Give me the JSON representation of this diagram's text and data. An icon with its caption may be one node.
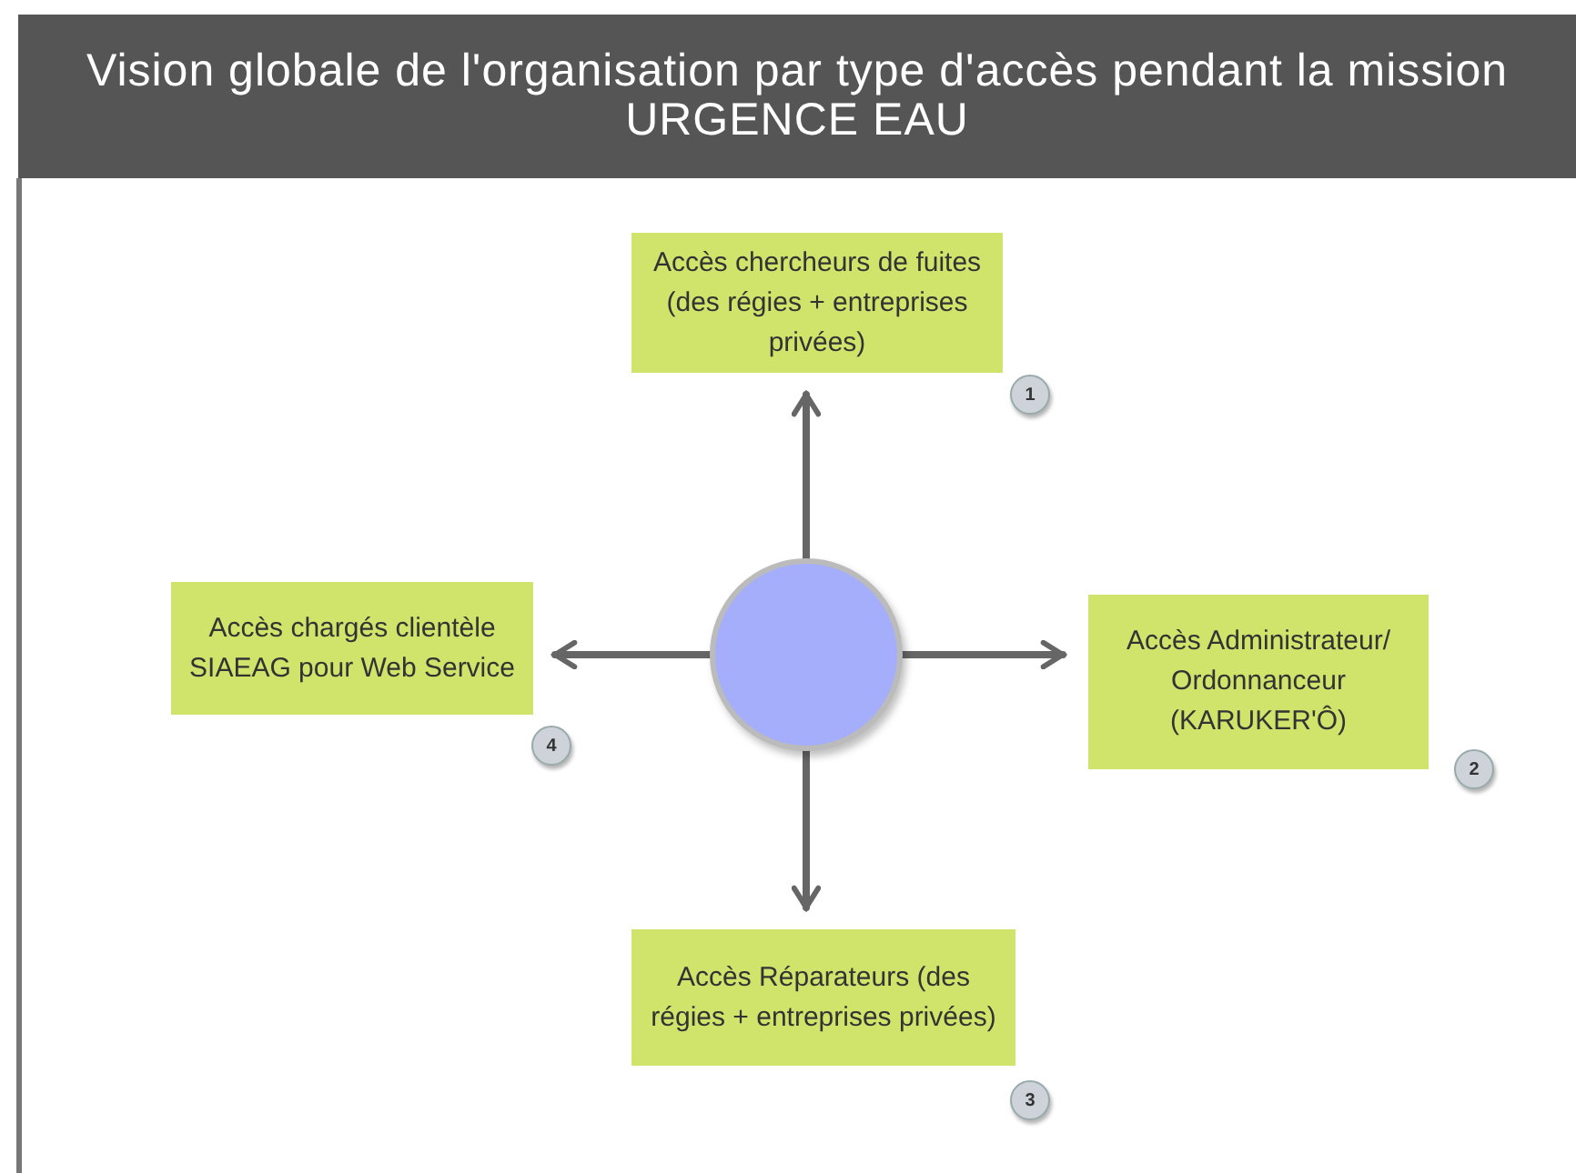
{
  "diagram": {
    "title": "Vision globale de l'organisation par type d'accès pendant la mission URGENCE EAU",
    "nodes": [
      {
        "text": [
          "Accès chercheurs de fuites (des régies + entreprises privées)"
        ],
        "beside": [
          "1"
        ]
      },
      {
        "text": [
          "Accès chargés clientèle SIAEAG pour Web Service"
        ],
        "beside": [
          "4"
        ]
      },
      {
        "text": [],
        "shape": "circle"
      },
      {
        "text": [
          "Accès Administrateur/ Ordonnanceur (KARUKER'Ô)"
        ],
        "beside": [
          "2"
        ]
      },
      {
        "text": [
          "Accès Réparateurs (des régies + entreprises privées)"
        ],
        "beside": [
          "3"
        ]
      }
    ],
    "edges": [
      {
        "from": 2,
        "to": 0,
        "arrow": "to"
      },
      {
        "from": 2,
        "to": 3,
        "arrow": "to"
      },
      {
        "from": 2,
        "to": 4,
        "arrow": "to"
      },
      {
        "from": 2,
        "to": 1,
        "arrow": "to"
      }
    ]
  }
}
